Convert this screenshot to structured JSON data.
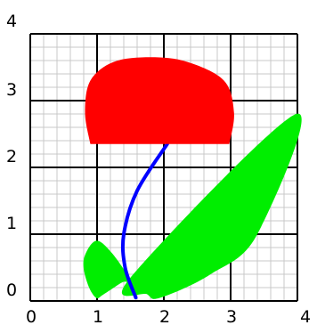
{
  "chart_data": {
    "type": "diagram",
    "xlim": [
      0,
      4
    ],
    "ylim": [
      0,
      4
    ],
    "x_ticks": [
      "0",
      "1",
      "2",
      "3",
      "4"
    ],
    "y_ticks": [
      "0",
      "1",
      "2",
      "3",
      "4"
    ],
    "grid": {
      "major_step": 1,
      "minor_step": 0.2,
      "major_color": "#000000",
      "minor_color": "#c8c8c8"
    },
    "shapes": {
      "cap": {
        "color": "#ff0000",
        "points": [
          [
            0.9,
            2.35
          ],
          [
            2.98,
            2.35
          ],
          [
            3.05,
            2.82
          ],
          [
            2.9,
            3.3
          ],
          [
            2.35,
            3.58
          ],
          [
            1.8,
            3.65
          ],
          [
            1.25,
            3.58
          ],
          [
            0.9,
            3.3
          ],
          [
            0.82,
            2.82
          ]
        ]
      },
      "stem": {
        "color": "#0000ff",
        "points": [
          [
            2.05,
            2.35
          ],
          [
            1.6,
            1.65
          ],
          [
            1.4,
            1.0
          ],
          [
            1.42,
            0.5
          ],
          [
            1.58,
            0.05
          ]
        ]
      },
      "small_leaf": {
        "color": "#00ee00",
        "points": [
          [
            0.98,
            0.05
          ],
          [
            0.85,
            0.28
          ],
          [
            0.8,
            0.62
          ],
          [
            0.98,
            0.9
          ],
          [
            1.22,
            0.72
          ],
          [
            1.5,
            0.3
          ],
          [
            1.38,
            0.28
          ],
          [
            1.1,
            0.1
          ]
        ]
      },
      "large_leaf": {
        "color": "#00ee00",
        "points": [
          [
            1.5,
            0.35
          ],
          [
            3.98,
            2.8
          ],
          [
            3.4,
            1.0
          ],
          [
            2.7,
            0.4
          ],
          [
            1.95,
            0.05
          ],
          [
            1.75,
            0.1
          ]
        ]
      }
    }
  }
}
